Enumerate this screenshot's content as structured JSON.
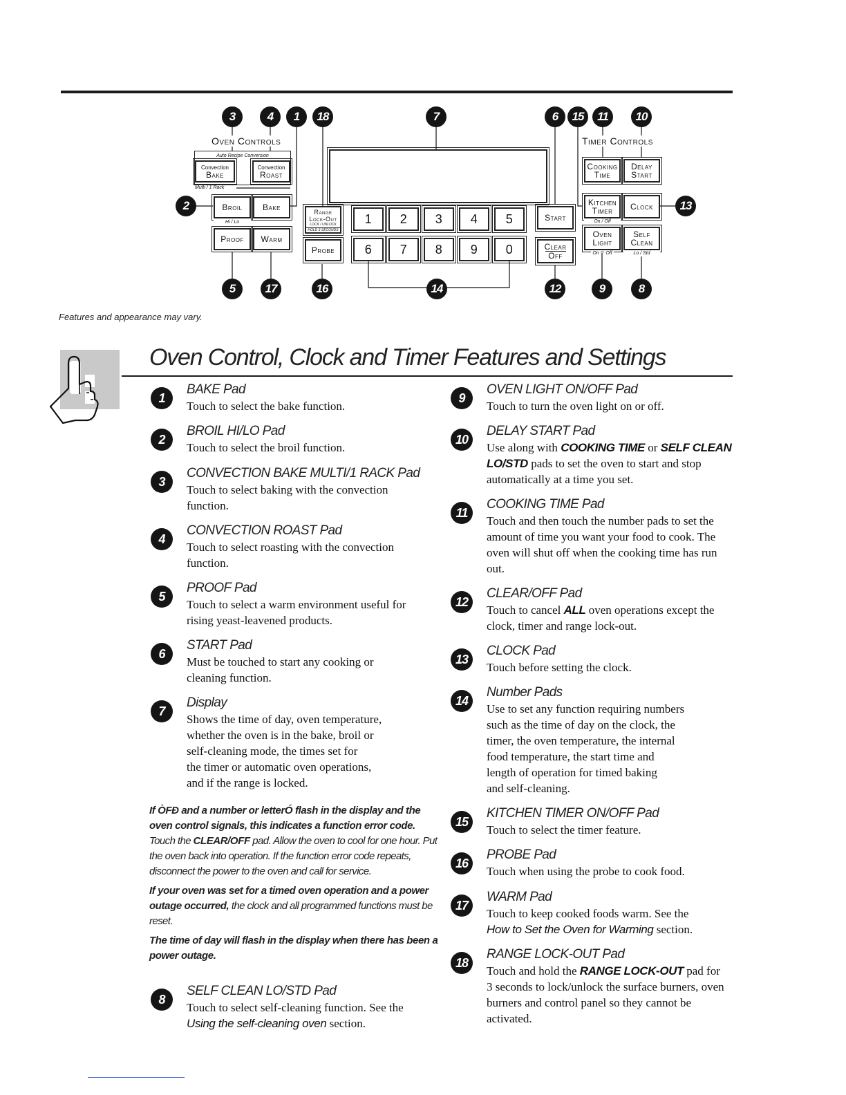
{
  "panel": {
    "oven_controls_label": "Oven Controls",
    "timer_controls_label": "Timer Controls",
    "auto_recipe_label": "Auto Recipe Conversion",
    "multi_rack_label": "Multi / 1 Rack",
    "hi_lo_label": "Hi / Lo",
    "convection_bake_small": "Convection",
    "convection_bake": "Bake",
    "convection_roast_small": "Convection",
    "convection_roast": "Roast",
    "broil": "Broil",
    "bake": "Bake",
    "proof": "Proof",
    "warm": "Warm",
    "range_lockout": "Range Lock-Out",
    "lock_unlock": "LOCK / UNLOCK",
    "hold_3_seconds": "HOLD 3 SECONDS",
    "probe": "Probe",
    "numbers_top": [
      "1",
      "2",
      "3",
      "4",
      "5"
    ],
    "numbers_bottom": [
      "6",
      "7",
      "8",
      "9",
      "0"
    ],
    "start": "Start",
    "clear": "Clear",
    "off": "Off",
    "cooking_time_1": "Cooking",
    "cooking_time_2": "Time",
    "delay_start_1": "Delay",
    "delay_start_2": "Start",
    "kitchen_timer_1": "Kitchen",
    "kitchen_timer_2": "Timer",
    "on_off_timer": "On / Off",
    "clock": "Clock",
    "oven_light_1": "Oven",
    "oven_light_2": "Light",
    "light_on": "On",
    "light_off": "Off",
    "self_clean_1": "Self",
    "self_clean_2": "Clean",
    "self_clean_sub": "Lo / Std",
    "callouts_top": [
      "3",
      "4",
      "1",
      "18",
      "7",
      "6",
      "15",
      "11",
      "10"
    ],
    "callouts_side": [
      "2",
      "13"
    ],
    "callouts_bottom": [
      "5",
      "17",
      "16",
      "14",
      "12",
      "9",
      "8"
    ]
  },
  "caption": "Features and appearance may vary.",
  "heading": "Oven Control, Clock and Timer Features and Settings",
  "features": [
    {
      "num": "1",
      "title": "BAKE Pad",
      "body": "Touch to select the bake function."
    },
    {
      "num": "2",
      "title": "BROIL HI/LO Pad",
      "body": "Touch to select the broil function."
    },
    {
      "num": "3",
      "title": "CONVECTION BAKE MULTI/1 RACK Pad",
      "body": "Touch to select baking with the convection function."
    },
    {
      "num": "4",
      "title": "CONVECTION ROAST Pad",
      "body": "Touch to select roasting with the convection function."
    },
    {
      "num": "5",
      "title": "PROOF Pad",
      "body": "Touch to select a warm environment useful for rising yeast-leavened products."
    },
    {
      "num": "6",
      "title": "START Pad",
      "body": "Must be touched to start any cooking or cleaning function."
    },
    {
      "num": "7",
      "title": "Display",
      "body_lines": [
        "Shows the time of day, oven temperature,",
        "whether the oven is in the bake, broil or",
        "self-cleaning mode, the times set for",
        "the timer or automatic oven operations,",
        "and if the range is locked."
      ]
    },
    {
      "num": "8",
      "title": "SELF CLEAN LO/STD Pad",
      "body_a": "Touch to select self-cleaning function. See the",
      "body_ref": "Using the self-cleaning oven",
      "body_b": " section."
    },
    {
      "num": "9",
      "title": "OVEN LIGHT ON/OFF Pad",
      "body": "Touch to turn the oven light on or off."
    },
    {
      "num": "10",
      "title": "DELAY START Pad",
      "body_a": "Use along with ",
      "kw1": "COOKING TIME",
      "body_b": " or ",
      "kw2": "SELF CLEAN LO/STD",
      "body_c": " pads to set the oven to start and stop automatically at a time you set."
    },
    {
      "num": "11",
      "title": "COOKING TIME Pad",
      "body": "Touch and then touch the number pads to set the amount of time you want your food to cook. The oven will shut off when the cooking time has run out."
    },
    {
      "num": "12",
      "title": "CLEAR/OFF Pad",
      "body_a": "Touch to cancel ",
      "kw1": "ALL",
      "body_b": " oven operations except the clock, timer and range lock-out."
    },
    {
      "num": "13",
      "title": "CLOCK Pad",
      "body": "Touch before setting the clock."
    },
    {
      "num": "14",
      "title": "Number Pads",
      "body_lines": [
        "Use to set any function requiring numbers",
        "such as the time of day on the clock, the",
        "timer, the oven temperature, the internal",
        "food temperature, the start time and",
        "length of operation for timed baking",
        "and self-cleaning."
      ]
    },
    {
      "num": "15",
      "title": "KITCHEN TIMER ON/OFF Pad",
      "body": "Touch to select the timer feature."
    },
    {
      "num": "16",
      "title": "PROBE Pad",
      "body": "Touch when using the probe to cook food."
    },
    {
      "num": "17",
      "title": "WARM Pad",
      "body_a": "Touch to keep cooked foods warm. See the",
      "body_ref": "How to Set the Oven for Warming",
      "body_b": " section."
    },
    {
      "num": "18",
      "title": "RANGE LOCK-OUT Pad",
      "body_a": "Touch and hold the ",
      "kw1": "RANGE LOCK-OUT",
      "body_b": " pad for 3 seconds to lock/unlock the surface burners, oven burners and control panel so they cannot be activated."
    }
  ],
  "notes": {
    "n1_bold": "If ÒFÐ and a number or letterÓ flash in the display and the oven control signals, this indicates a function error code.",
    "n1_a": " Touch the ",
    "n1_kw": "CLEAR/OFF",
    "n1_b": " pad. Allow the oven to cool for one hour. Put the oven back into operation. If the function error code repeats, disconnect the power to the oven and call for service.",
    "n2_bold": "If your oven was set for a timed oven operation and a power outage occurred,",
    "n2_text": " the clock and all programmed functions must be reset.",
    "n3_bold": "The time of day will flash in the display when there has been a power outage."
  }
}
